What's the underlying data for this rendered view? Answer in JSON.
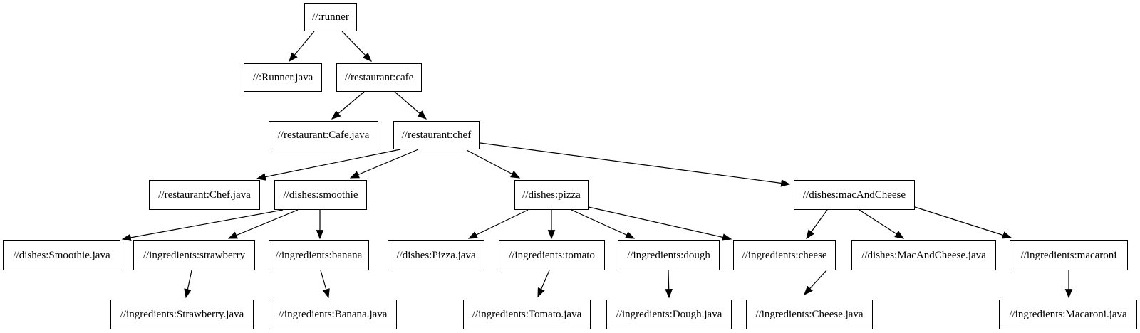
{
  "diagram": {
    "type": "dependency-graph",
    "background_color": "#ffffff",
    "node_border_color": "#000000",
    "node_fill_color": "#ffffff",
    "edge_color": "#000000",
    "nodes": [
      {
        "id": "runner",
        "label": "//:runner"
      },
      {
        "id": "runner-java",
        "label": "//:Runner.java"
      },
      {
        "id": "cafe",
        "label": "//restaurant:cafe"
      },
      {
        "id": "cafe-java",
        "label": "//restaurant:Cafe.java"
      },
      {
        "id": "chef",
        "label": "//restaurant:chef"
      },
      {
        "id": "chef-java",
        "label": "//restaurant:Chef.java"
      },
      {
        "id": "smoothie",
        "label": "//dishes:smoothie"
      },
      {
        "id": "pizza",
        "label": "//dishes:pizza"
      },
      {
        "id": "mac-and-cheese",
        "label": "//dishes:macAndCheese"
      },
      {
        "id": "smoothie-java",
        "label": "//dishes:Smoothie.java"
      },
      {
        "id": "strawberry",
        "label": "//ingredients:strawberry"
      },
      {
        "id": "banana",
        "label": "//ingredients:banana"
      },
      {
        "id": "pizza-java",
        "label": "//dishes:Pizza.java"
      },
      {
        "id": "tomato",
        "label": "//ingredients:tomato"
      },
      {
        "id": "dough",
        "label": "//ingredients:dough"
      },
      {
        "id": "cheese",
        "label": "//ingredients:cheese"
      },
      {
        "id": "mac-and-cheese-java",
        "label": "//dishes:MacAndCheese.java"
      },
      {
        "id": "macaroni",
        "label": "//ingredients:macaroni"
      },
      {
        "id": "strawberry-java",
        "label": "//ingredients:Strawberry.java"
      },
      {
        "id": "banana-java",
        "label": "//ingredients:Banana.java"
      },
      {
        "id": "tomato-java",
        "label": "//ingredients:Tomato.java"
      },
      {
        "id": "dough-java",
        "label": "//ingredients:Dough.java"
      },
      {
        "id": "cheese-java",
        "label": "//ingredients:Cheese.java"
      },
      {
        "id": "macaroni-java",
        "label": "//ingredients:Macaroni.java"
      }
    ],
    "edges": [
      {
        "from": "runner",
        "to": "runner-java"
      },
      {
        "from": "runner",
        "to": "cafe"
      },
      {
        "from": "cafe",
        "to": "cafe-java"
      },
      {
        "from": "cafe",
        "to": "chef"
      },
      {
        "from": "chef",
        "to": "chef-java"
      },
      {
        "from": "chef",
        "to": "smoothie"
      },
      {
        "from": "chef",
        "to": "pizza"
      },
      {
        "from": "chef",
        "to": "mac-and-cheese"
      },
      {
        "from": "smoothie",
        "to": "smoothie-java"
      },
      {
        "from": "smoothie",
        "to": "strawberry"
      },
      {
        "from": "smoothie",
        "to": "banana"
      },
      {
        "from": "pizza",
        "to": "pizza-java"
      },
      {
        "from": "pizza",
        "to": "tomato"
      },
      {
        "from": "pizza",
        "to": "dough"
      },
      {
        "from": "pizza",
        "to": "cheese"
      },
      {
        "from": "mac-and-cheese",
        "to": "cheese"
      },
      {
        "from": "mac-and-cheese",
        "to": "mac-and-cheese-java"
      },
      {
        "from": "mac-and-cheese",
        "to": "macaroni"
      },
      {
        "from": "strawberry",
        "to": "strawberry-java"
      },
      {
        "from": "banana",
        "to": "banana-java"
      },
      {
        "from": "tomato",
        "to": "tomato-java"
      },
      {
        "from": "dough",
        "to": "dough-java"
      },
      {
        "from": "cheese",
        "to": "cheese-java"
      },
      {
        "from": "macaroni",
        "to": "macaroni-java"
      }
    ]
  }
}
